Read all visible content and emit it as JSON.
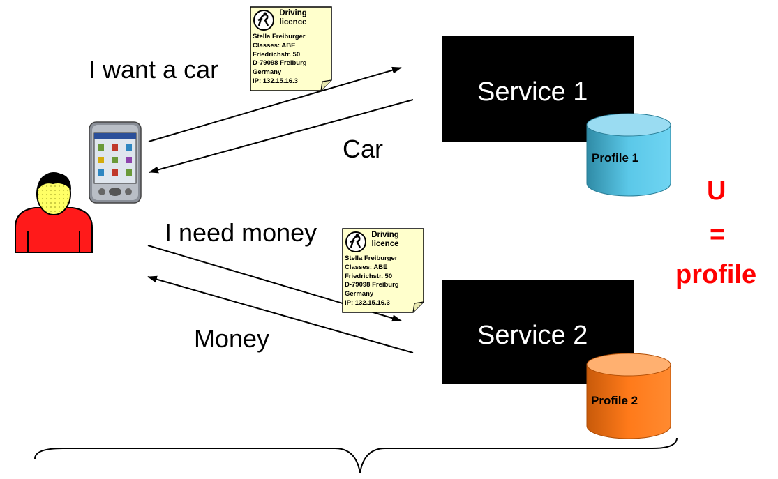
{
  "messages": {
    "want_car": "I want a car",
    "car": "Car",
    "need_money": "I need money",
    "money": "Money"
  },
  "services": [
    {
      "label": "Service 1",
      "profile": "Profile 1",
      "profile_color": "#5bc8e8",
      "profile_top_color": "#9adcf2",
      "profile_dark": "#2f8ba6"
    },
    {
      "label": "Service 2",
      "profile": "Profile 2",
      "profile_color": "#ff7a1a",
      "profile_top_color": "#ffb070",
      "profile_dark": "#c85a0a"
    }
  ],
  "union": {
    "line1": "U",
    "line2": "=",
    "line3": "profile",
    "color": "#ff0000"
  },
  "licence": {
    "title_line1": "Driving",
    "title_line2": "licence",
    "lines": [
      "Stella Freiburger",
      "Classes: ABE",
      "Friedrichstr. 50",
      "D-79098 Freiburg",
      "Germany",
      "IP: 132.15.16.3"
    ],
    "paper_color": "#ffffcc"
  },
  "user": {
    "shirt_color": "#ff1a1a",
    "face_color": "#ffff66"
  }
}
